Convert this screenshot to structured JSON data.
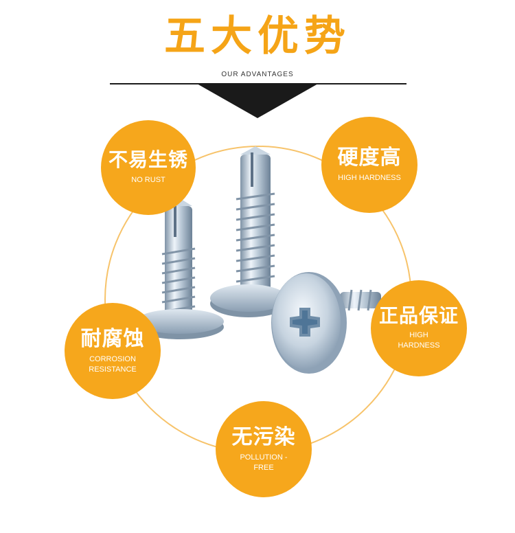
{
  "header": {
    "title": "五大优势",
    "subtitle": "OUR ADVANTAGES"
  },
  "colors": {
    "accent": "#f6a71c",
    "ring": "#f7c36a",
    "rule": "#1a1a1a"
  },
  "advantages": [
    {
      "cn": "不易生锈",
      "en": "NO RUST"
    },
    {
      "cn": "硬度高",
      "en": "HIGH HARDNESS"
    },
    {
      "cn": "耐腐蚀",
      "en": "CORROSION RESISTANCE"
    },
    {
      "cn": "正品保证",
      "en": "HIGH HARDNESS"
    },
    {
      "cn": "无污染",
      "en": "POLLUTION -FREE"
    }
  ],
  "image": {
    "subject": "self-drilling-screws"
  }
}
